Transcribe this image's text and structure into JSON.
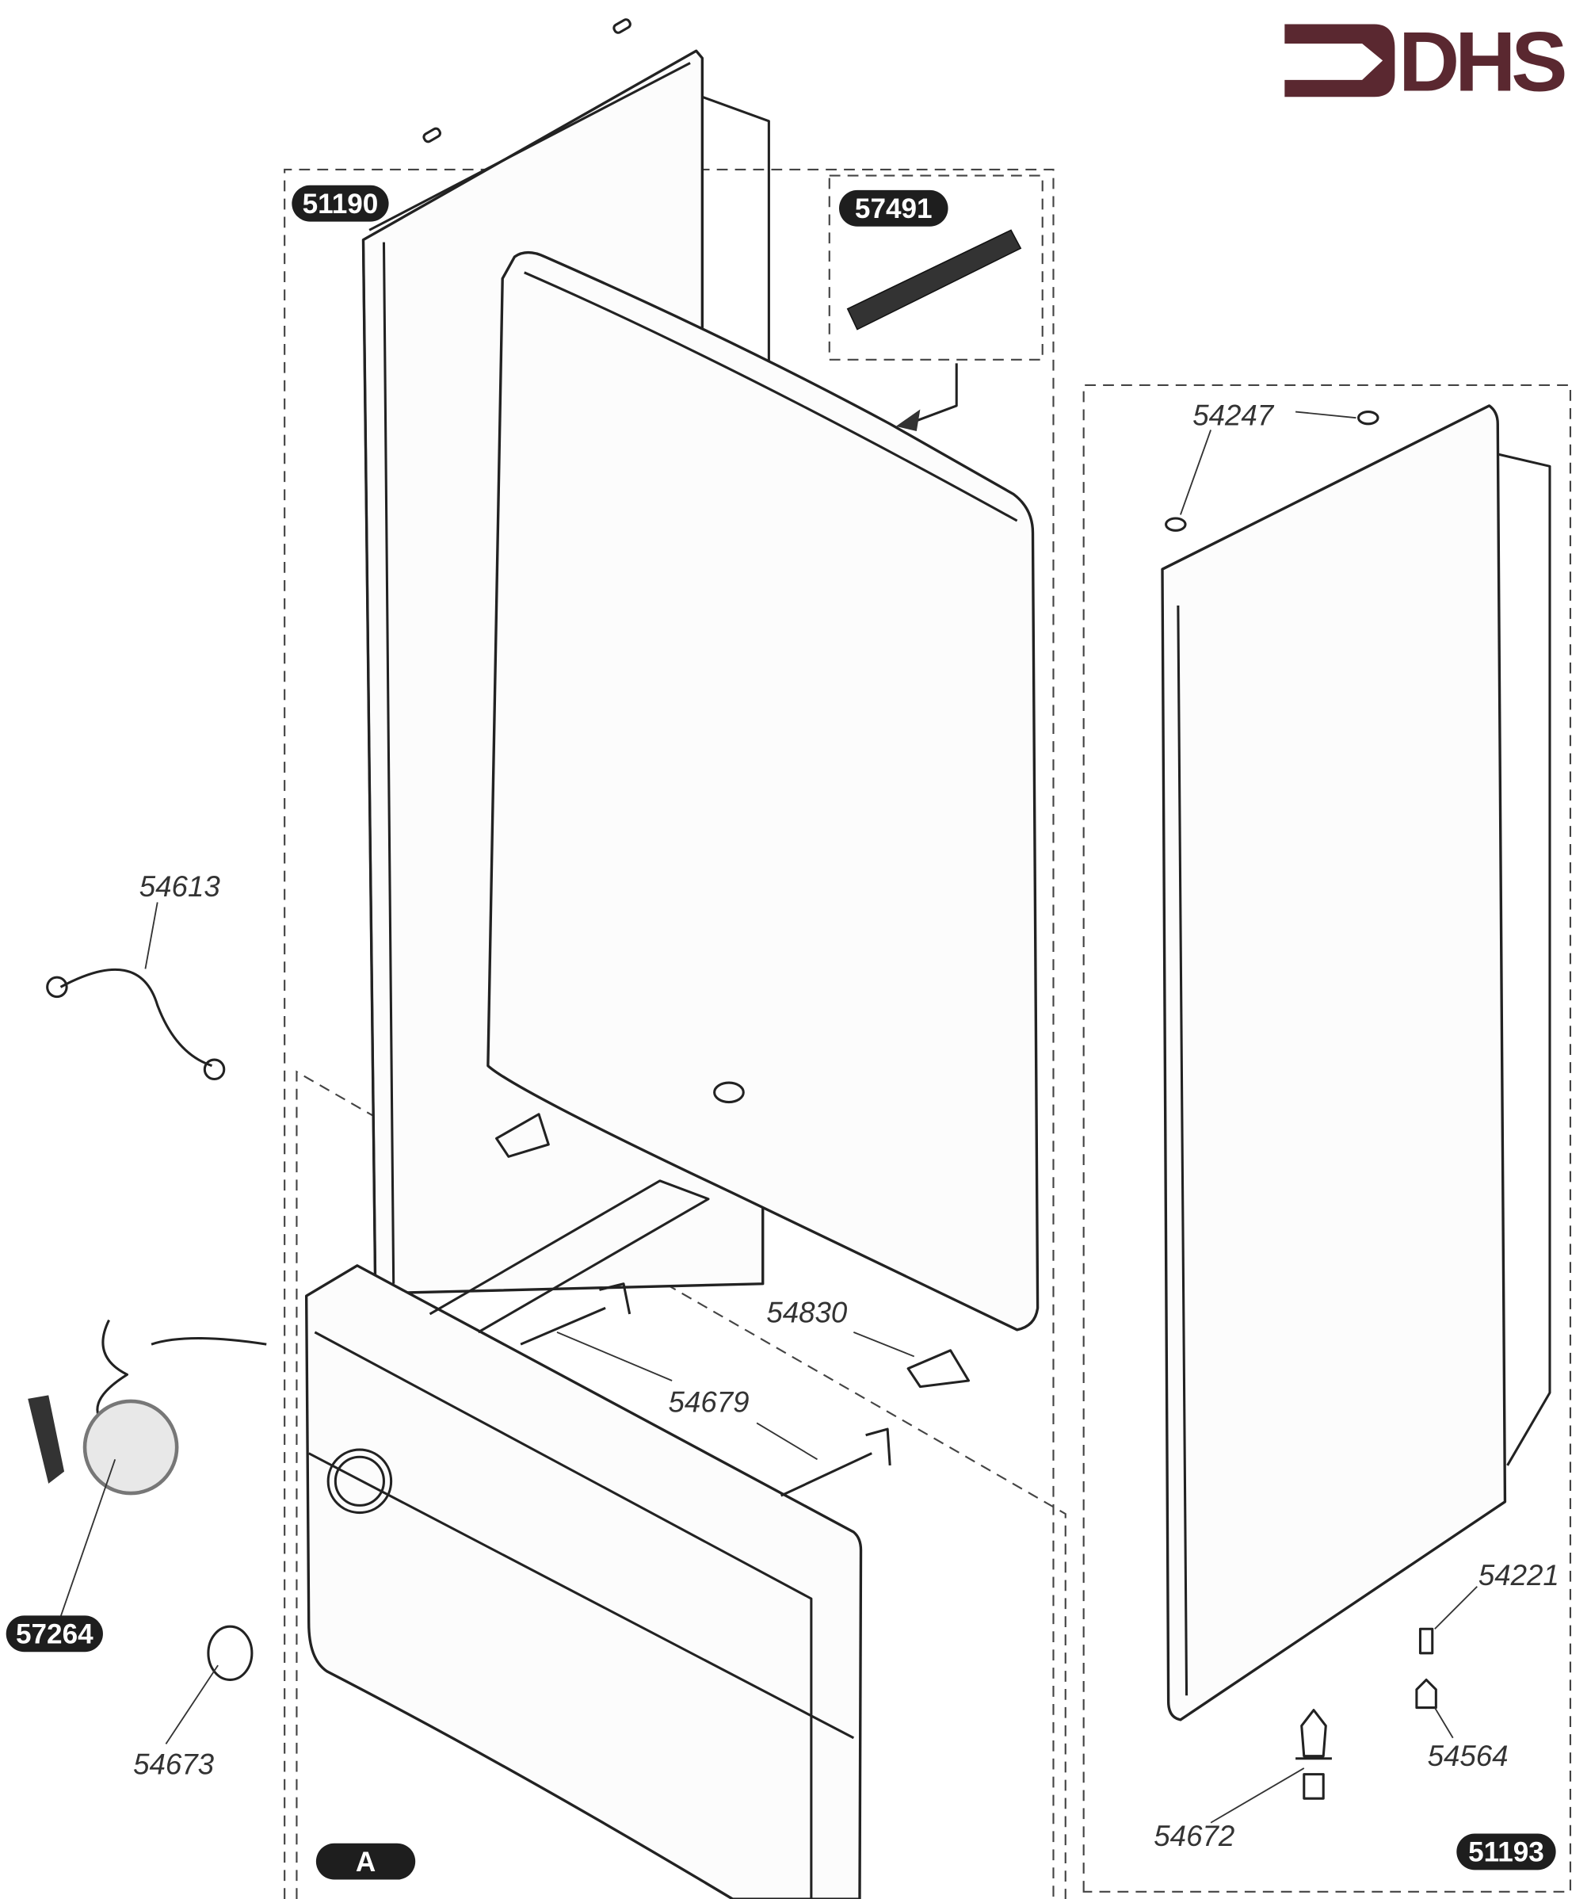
{
  "logo": {
    "text": "DHS",
    "color": "#5a2830"
  },
  "group_badges": {
    "front_group": "51190",
    "seal_group": "57491",
    "side_group": "51193",
    "lower_group": "A",
    "gauge": "57264"
  },
  "part_labels": {
    "side_clip": "54247",
    "cable": "54613",
    "latch": "54830",
    "hinge_pin": "54679",
    "knob": "54673",
    "screw_a": "54221",
    "screw_b": "54564",
    "fixing": "54672"
  }
}
